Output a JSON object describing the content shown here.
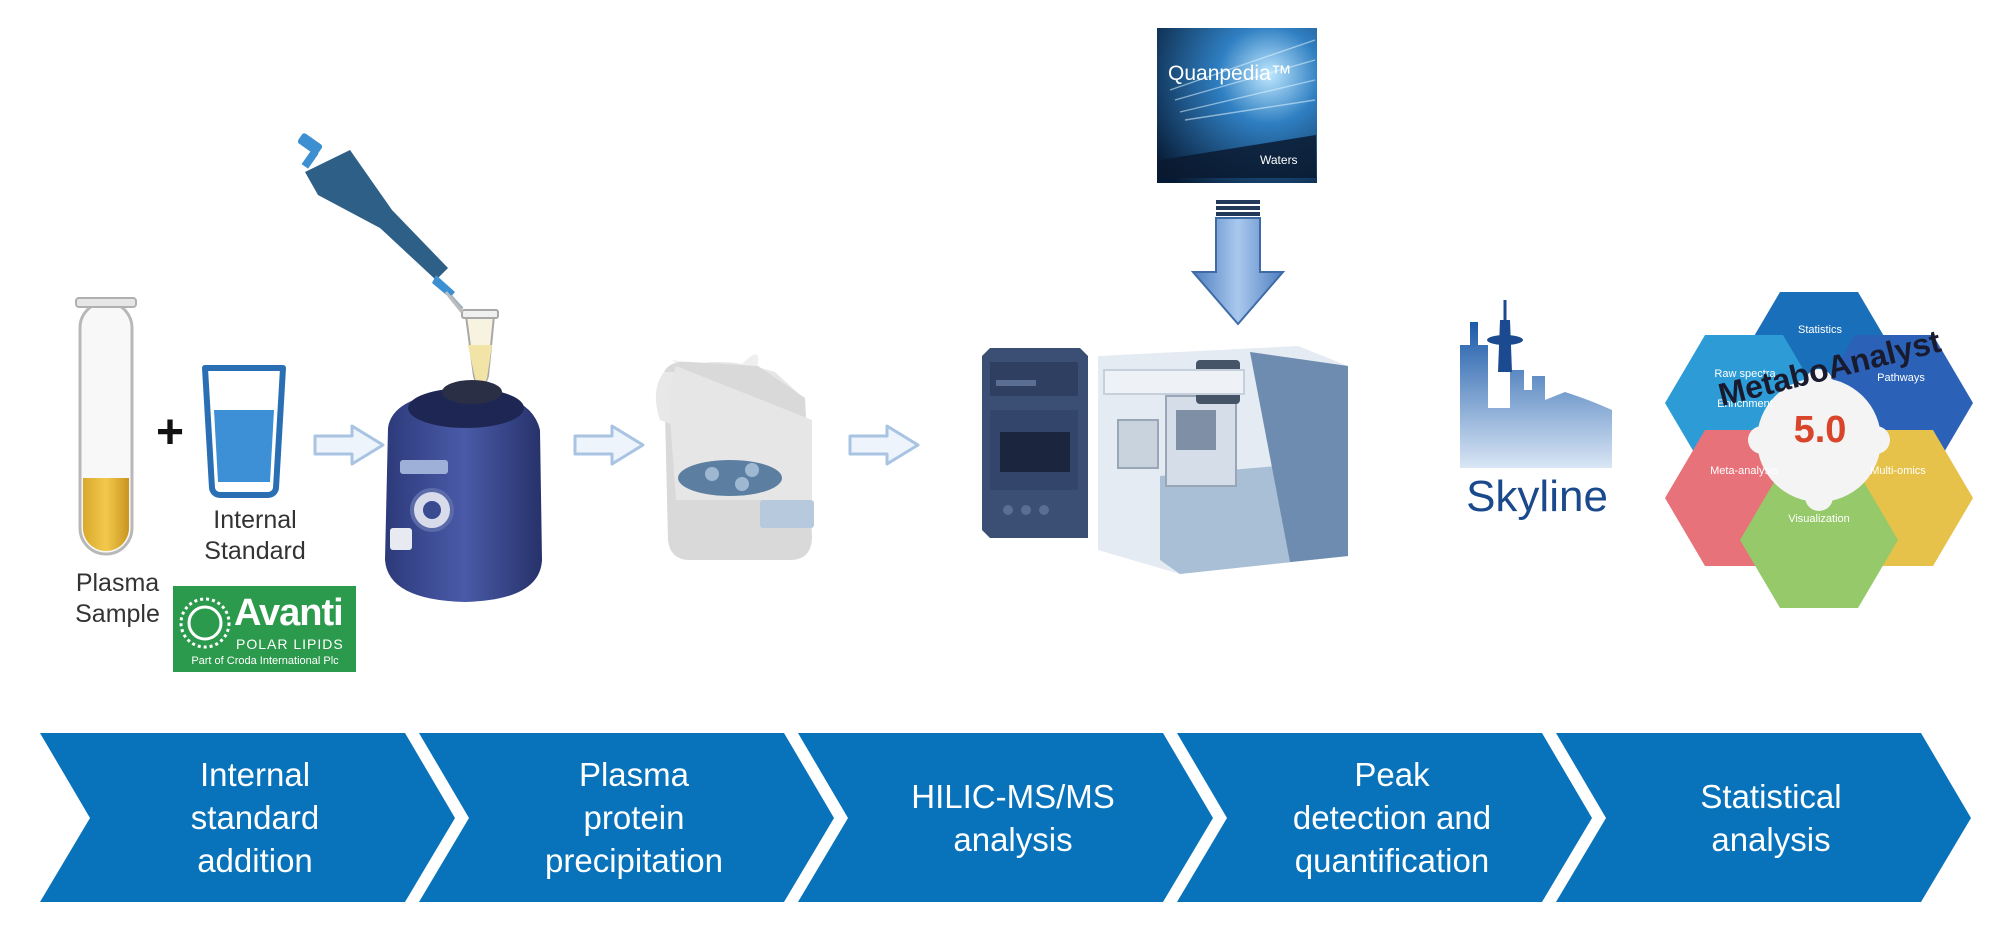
{
  "labels": {
    "plus": "+",
    "plasma_sample": [
      "Plasma",
      "Sample"
    ],
    "internal_standard": [
      "Internal",
      "Standard"
    ]
  },
  "logos": {
    "avanti": {
      "name": "Avanti",
      "sub": "POLAR LIPIDS",
      "tag": "Part of Croda International Plc",
      "color": "#2c9a4c"
    },
    "quanpedia": {
      "name": "Quanpedia™",
      "vendor": "Waters"
    },
    "skyline": {
      "name": "Skyline",
      "color": "#1a4a8c"
    },
    "metaboanalyst": {
      "name": "MetaboAnalyst",
      "version": "5.0",
      "modules": [
        "Statistics",
        "Enrichment",
        "Pathways",
        "Multi-omics",
        "Visualization",
        "Meta-analysis",
        "Raw spectra"
      ]
    }
  },
  "steps": [
    [
      "Internal",
      "standard",
      "addition"
    ],
    [
      "Plasma",
      "protein",
      "precipitation"
    ],
    [
      "HILIC-MS/MS",
      "analysis"
    ],
    [
      "Peak",
      "detection and",
      "quantification"
    ],
    [
      "Statistical",
      "analysis"
    ]
  ],
  "colors": {
    "chevron": "#0873bb",
    "arrow_outline": "#a9c3e3",
    "arrow_fill": "#eef4fb",
    "down_arrow": "#6f9fd8"
  },
  "icons": [
    "plasma-tube-icon",
    "water-glass-icon",
    "pipette-icon",
    "vortex-mixer-icon",
    "centrifuge-icon",
    "lc-ms-instrument-icon",
    "down-arrow-icon",
    "skyline-logo-icon"
  ]
}
